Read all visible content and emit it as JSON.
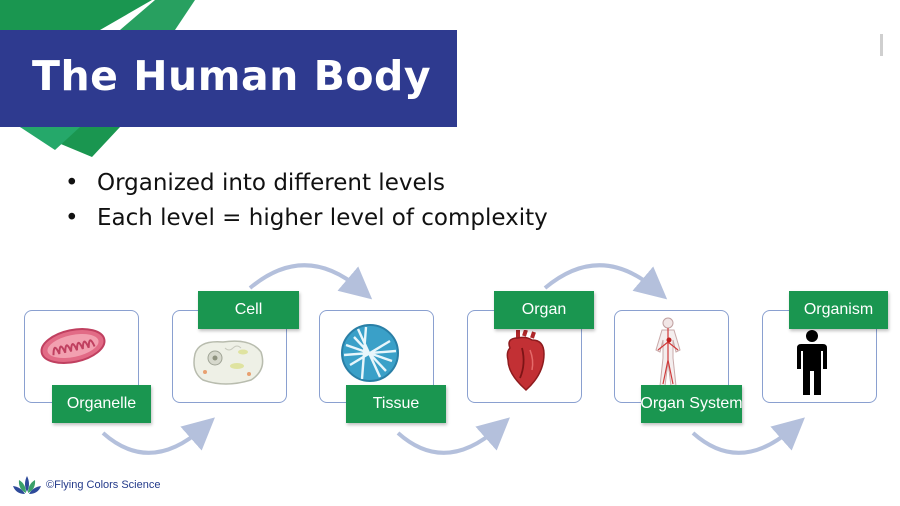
{
  "slide": {
    "title": "The Human Body",
    "bullets": [
      "Organized into different levels",
      "Each level = higher level of complexity"
    ],
    "bullet_symbol": "•"
  },
  "levels": [
    {
      "label": "Organelle",
      "icon": "mitochondrion-icon"
    },
    {
      "label": "Cell",
      "icon": "cell-icon"
    },
    {
      "label": "Tissue",
      "icon": "tissue-icon"
    },
    {
      "label": "Organ",
      "icon": "heart-icon"
    },
    {
      "label": "Organ System",
      "icon": "circulatory-system-icon"
    },
    {
      "label": "Organism",
      "icon": "person-icon"
    }
  ],
  "footer": {
    "text": "©Flying Colors Science",
    "logo": "lotus-logo-icon"
  },
  "colors": {
    "title_bg": "#2e3a8f",
    "label_bg": "#1a9650",
    "arrow": "#b4c0dc",
    "box_border": "#8aa0d0"
  }
}
